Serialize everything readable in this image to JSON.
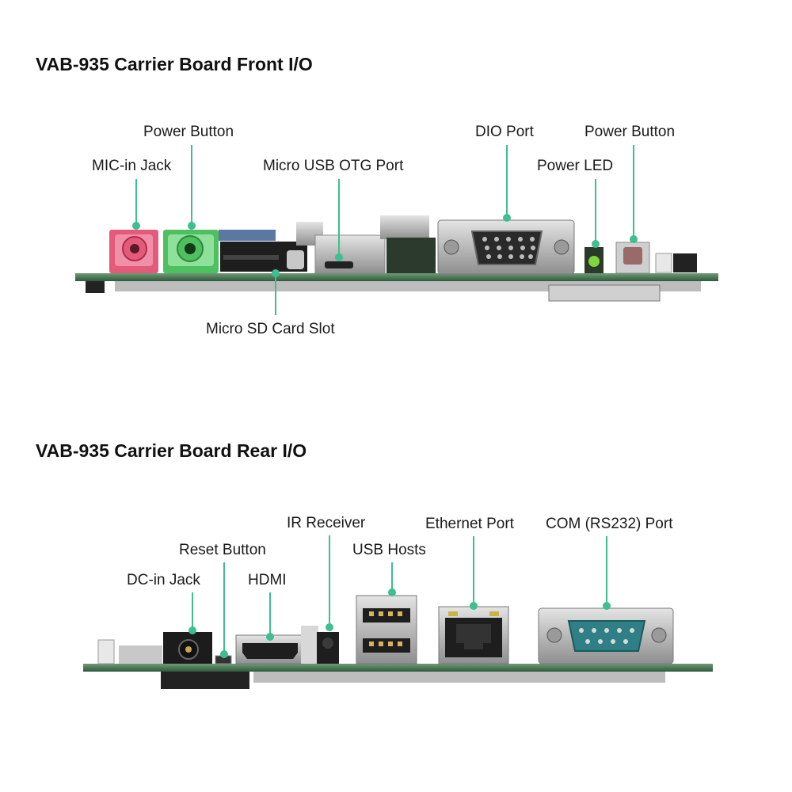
{
  "front": {
    "title": "VAB-935 Carrier Board Front I/O",
    "callouts": [
      {
        "label": "Power Button"
      },
      {
        "label": "MIC-in Jack"
      },
      {
        "label": "Micro USB OTG Port"
      },
      {
        "label": "DIO Port"
      },
      {
        "label": "Power Button"
      },
      {
        "label": "Power LED"
      },
      {
        "label": "Micro SD Card Slot"
      }
    ]
  },
  "rear": {
    "title": "VAB-935 Carrier Board Rear I/O",
    "callouts": [
      {
        "label": "IR Receiver"
      },
      {
        "label": "Ethernet Port"
      },
      {
        "label": "COM (RS232) Port"
      },
      {
        "label": "Reset Button"
      },
      {
        "label": "USB Hosts"
      },
      {
        "label": "DC-in Jack"
      },
      {
        "label": "HDMI"
      }
    ]
  },
  "colors": {
    "callout_line": "#3dbf8f",
    "pcb": "#3f6e4e",
    "mic_jack": "#e35a7a",
    "audio_jack": "#4fc060",
    "com_port": "#2e7f86",
    "led": "#7dd63a"
  }
}
